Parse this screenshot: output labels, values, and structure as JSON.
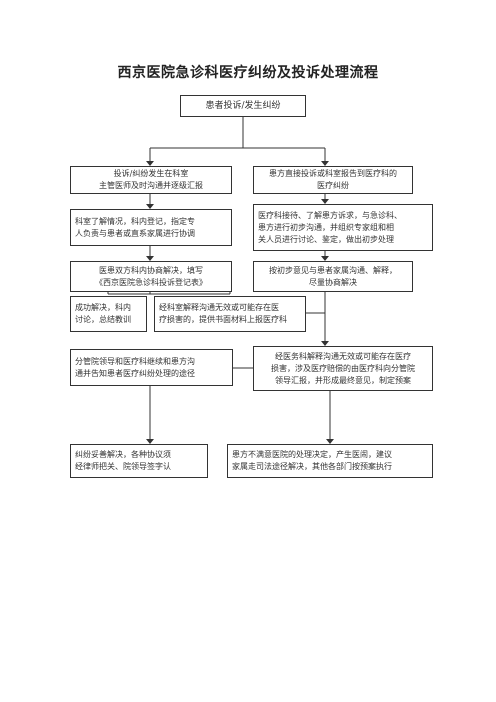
{
  "title": "西京医院急诊科医疗纠纷及投诉处理流程",
  "nodes": {
    "top": [
      "患者投诉/发生纠纷"
    ],
    "left1": [
      "投诉/纠纷发生在科室",
      "主管医师及时沟通并逐级汇报"
    ],
    "right1": [
      "患方直接投诉或科室报告到医疗科的",
      "医疗纠纷"
    ],
    "left2": [
      "科室了解情况，科内登记，指定专",
      "人负责与患者或直系家属进行协调"
    ],
    "right2": [
      "医疗科接待、了解患方诉求，与急诊科、",
      "患方进行初步沟通，并组织专家组和相",
      "关人员进行讨论、鉴定，做出初步处理"
    ],
    "left3": [
      "医患双方科内协商解决，填写",
      "《西京医院急诊科投诉登记表》"
    ],
    "right3": [
      "按初步意见与患者家属沟通、解释，",
      "尽量协商解决"
    ],
    "success": [
      "成功解决，科内",
      "讨论，总结教训"
    ],
    "fail": [
      "经科室解释沟通无效或可能存在医",
      "疗损害的，提供书面材料上报医疗科"
    ],
    "left5": [
      "分管院领导和医疗科继续和患方沟",
      "通并告知患者医疗纠纷处理的途径"
    ],
    "right5": [
      "经医务科解释沟通无效或可能存在医疗",
      "损害，涉及医疗赔偿的由医疗科向分管院",
      "领导汇报，并形成最终意见，制定预案"
    ],
    "left6": [
      "纠纷妥善解决，各种协议须",
      "经律师把关、院领导签字认"
    ],
    "right6": [
      "患方不满意医院的处理决定，产生医闹，建议",
      "家属走司法途径解决，其他各部门按预案执行"
    ]
  }
}
